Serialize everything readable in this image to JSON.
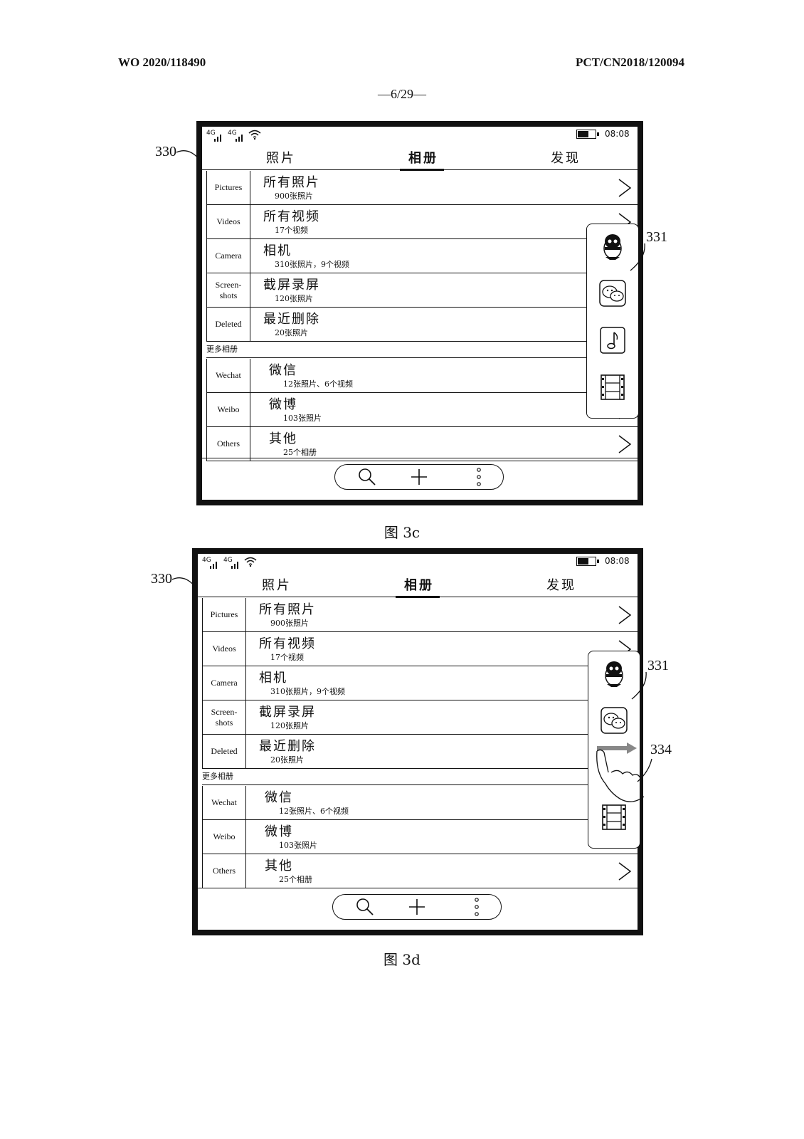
{
  "header": {
    "left": "WO 2020/118490",
    "right": "PCT/CN2018/120094",
    "page": "—6/29—"
  },
  "figures": [
    {
      "caption": "图 3c",
      "labels": {
        "screen": "330",
        "panel": "331",
        "gesture": ""
      },
      "status": {
        "sig1": "4G",
        "sig2": "4G",
        "time": "08:08"
      },
      "tabs": [
        "照片",
        "相册",
        "发现"
      ],
      "section": "更多相册",
      "albums": [
        {
          "en": "Pictures",
          "zh": "所有照片",
          "sub": "900张照片"
        },
        {
          "en": "Videos",
          "zh": "所有视频",
          "sub": "17个视频"
        },
        {
          "en": "Camera",
          "zh": "相机",
          "sub": "310张照片，9个视频"
        },
        {
          "en": "Screen-\nshots",
          "zh": "截屏录屏",
          "sub": "120张照片"
        },
        {
          "en": "Deleted",
          "zh": "最近删除",
          "sub": "20张照片"
        }
      ],
      "more": [
        {
          "en": "Wechat",
          "zh": "微信",
          "sub": "12张照片、6个视频"
        },
        {
          "en": "Weibo",
          "zh": "微博",
          "sub": "103张照片"
        },
        {
          "en": "Others",
          "zh": "其他",
          "sub": "25个相册"
        }
      ]
    },
    {
      "caption": "图 3d",
      "labels": {
        "screen": "330",
        "panel": "331",
        "gesture": "334"
      },
      "status": {
        "sig1": "4G",
        "sig2": "4G",
        "time": "08:08"
      },
      "tabs": [
        "照片",
        "相册",
        "发现"
      ],
      "section": "更多相册",
      "albums": [
        {
          "en": "Pictures",
          "zh": "所有照片",
          "sub": "900张照片"
        },
        {
          "en": "Videos",
          "zh": "所有视频",
          "sub": "17个视频"
        },
        {
          "en": "Camera",
          "zh": "相机",
          "sub": "310张照片，9个视频"
        },
        {
          "en": "Screen-\nshots",
          "zh": "截屏录屏",
          "sub": "120张照片"
        },
        {
          "en": "Deleted",
          "zh": "最近删除",
          "sub": "20张照片"
        }
      ],
      "more": [
        {
          "en": "Wechat",
          "zh": "微信",
          "sub": "12张照片、6个视频"
        },
        {
          "en": "Weibo",
          "zh": "微博",
          "sub": "103张照片"
        },
        {
          "en": "Others",
          "zh": "其他",
          "sub": "25个相册"
        }
      ]
    }
  ]
}
